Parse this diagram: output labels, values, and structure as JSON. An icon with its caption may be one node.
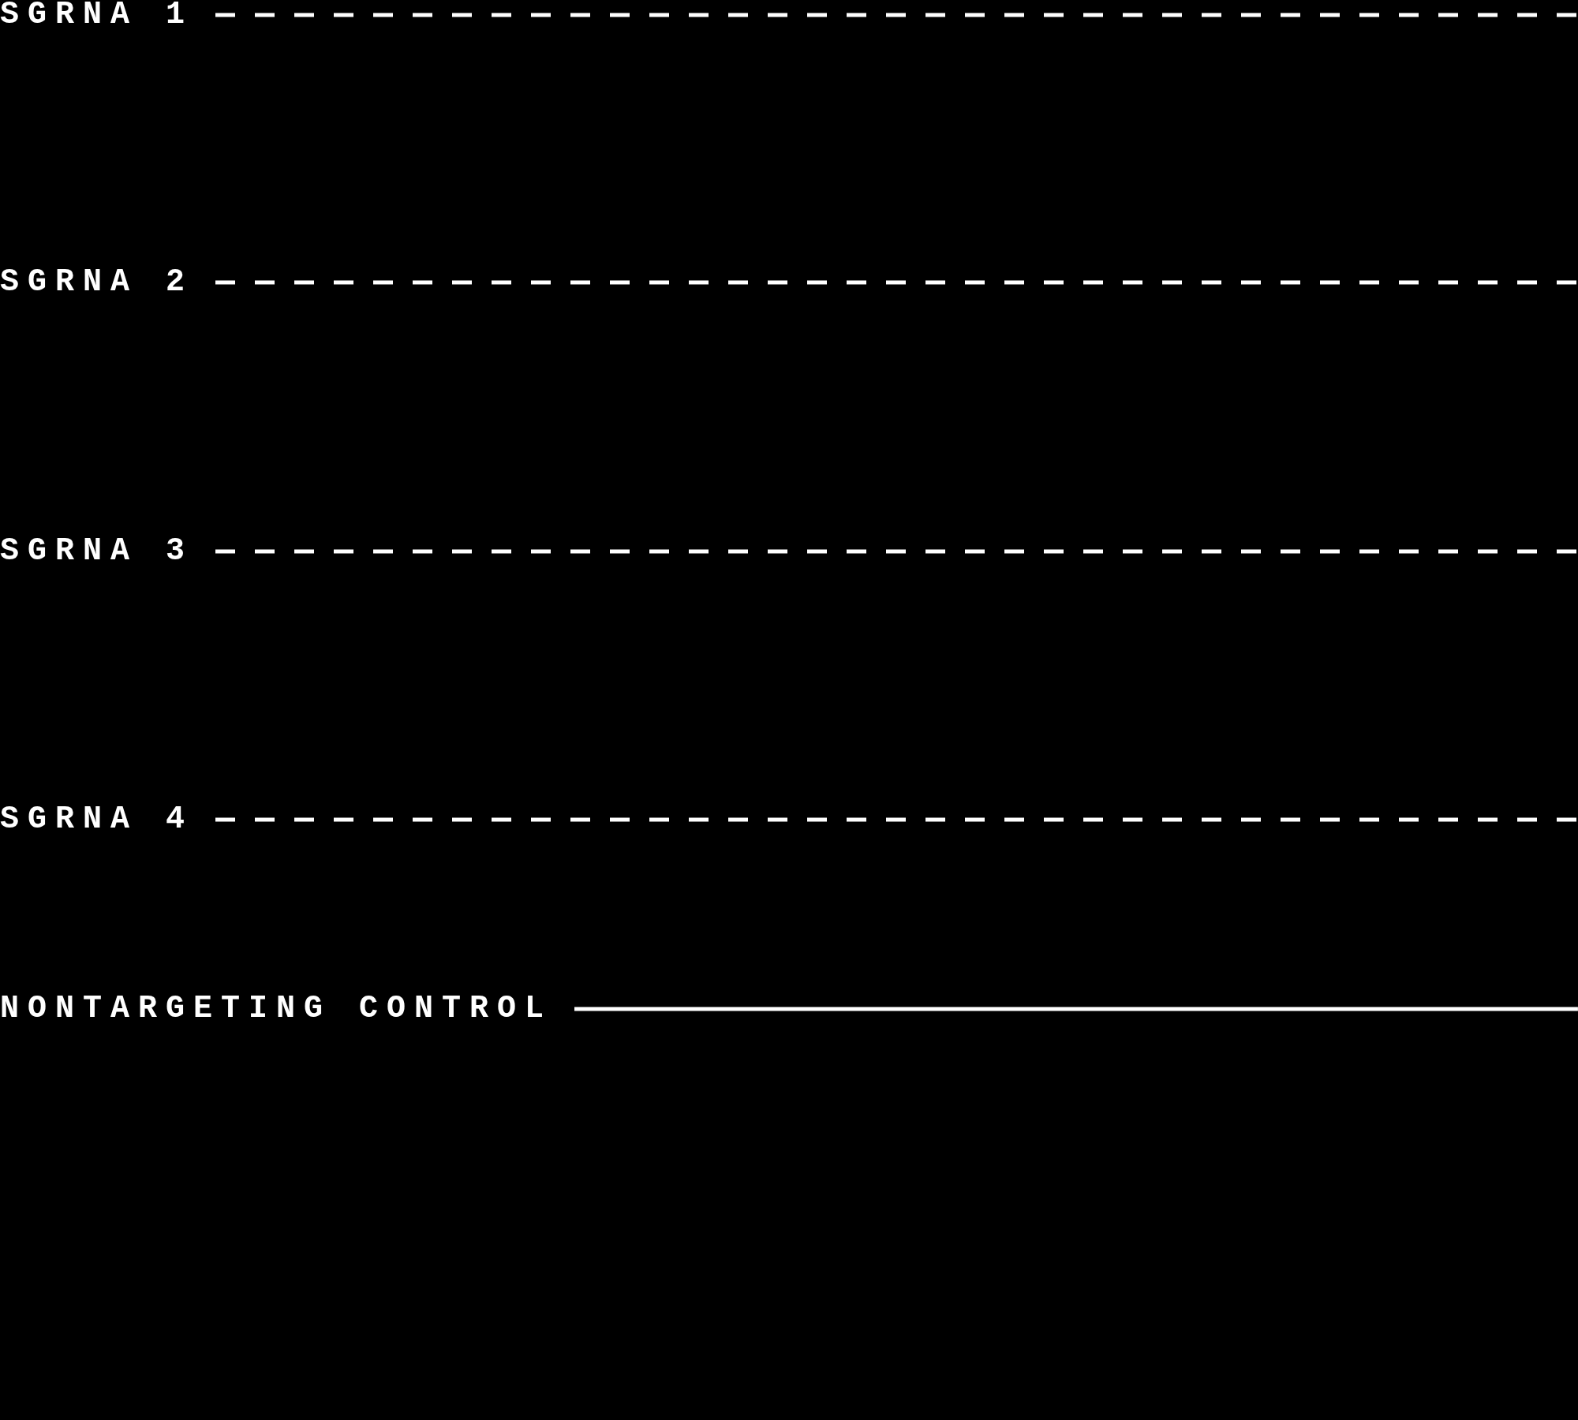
{
  "diagram": {
    "legend": [
      {
        "text": "SGRNA 1"
      },
      {
        "text": "SGRNA 2"
      },
      {
        "text": "SGRNA 3"
      },
      {
        "text": "SGRNA 4"
      },
      {
        "text": "NONTARGETING CONTROL"
      }
    ]
  }
}
